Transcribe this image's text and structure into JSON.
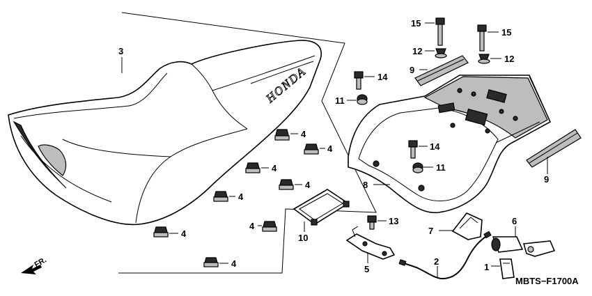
{
  "diagram": {
    "brand_text": "HONDA",
    "front_label": "FR.",
    "drawing_code": "MBTS−F1700A",
    "callouts": [
      {
        "id": "c3",
        "label": "3"
      },
      {
        "id": "c4a",
        "label": "4"
      },
      {
        "id": "c4b",
        "label": "4"
      },
      {
        "id": "c4c",
        "label": "4"
      },
      {
        "id": "c4d",
        "label": "4"
      },
      {
        "id": "c4e",
        "label": "4"
      },
      {
        "id": "c4f",
        "label": "4"
      },
      {
        "id": "c4g",
        "label": "4"
      },
      {
        "id": "c4h",
        "label": "4"
      },
      {
        "id": "c10",
        "label": "10"
      },
      {
        "id": "c13",
        "label": "13"
      },
      {
        "id": "c5",
        "label": "5"
      },
      {
        "id": "c2",
        "label": "2"
      },
      {
        "id": "c1",
        "label": "1"
      },
      {
        "id": "c6",
        "label": "6"
      },
      {
        "id": "c7",
        "label": "7"
      },
      {
        "id": "c8",
        "label": "8"
      },
      {
        "id": "c9a",
        "label": "9"
      },
      {
        "id": "c9b",
        "label": "9"
      },
      {
        "id": "c11a",
        "label": "11"
      },
      {
        "id": "c11b",
        "label": "11"
      },
      {
        "id": "c12a",
        "label": "12"
      },
      {
        "id": "c12b",
        "label": "12"
      },
      {
        "id": "c14a",
        "label": "14"
      },
      {
        "id": "c14b",
        "label": "14"
      },
      {
        "id": "c15a",
        "label": "15"
      },
      {
        "id": "c15b",
        "label": "15"
      }
    ]
  }
}
